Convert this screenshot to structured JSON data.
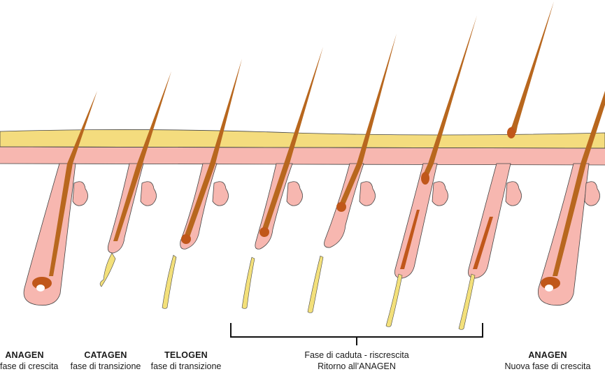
{
  "colors": {
    "background": "#ffffff",
    "epidermis": "#f4dc7e",
    "dermis": "#f7b7b0",
    "outline": "#444444",
    "hair_shaft": "#b8671e",
    "hair_bulb": "#c0571a",
    "detached_root": "#f3e07a",
    "bracket": "#111111"
  },
  "stages": [
    {
      "title": "ANAGEN",
      "subtitle": "fase di crescita"
    },
    {
      "title": "CATAGEN",
      "subtitle": "fase di transizione"
    },
    {
      "title": "TELOGEN",
      "subtitle": "fase di transizione"
    },
    {
      "title": "",
      "subtitle": "Fase di caduta - riscrescita"
    },
    {
      "title": "",
      "subtitle": "Ritorno all’ANAGEN"
    },
    {
      "title": "ANAGEN",
      "subtitle": "Nuova fase di crescita"
    }
  ]
}
